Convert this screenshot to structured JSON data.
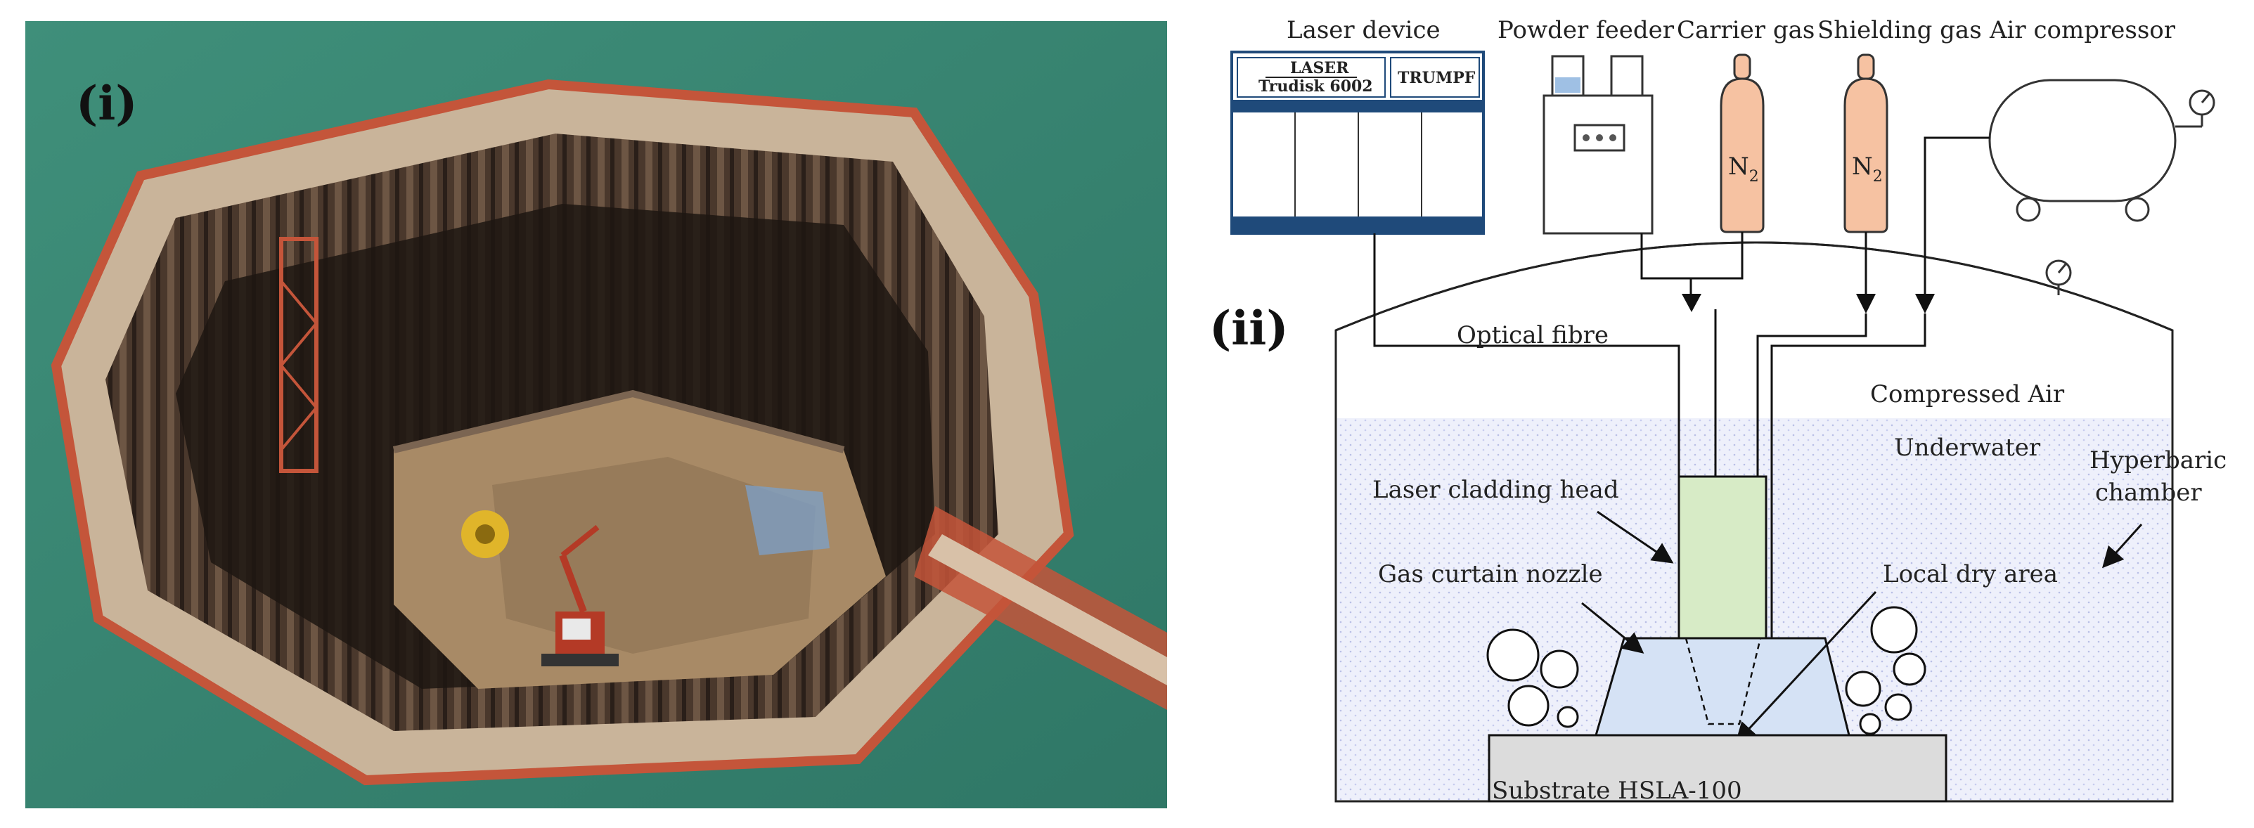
{
  "panel_i": {
    "tag": "(i)"
  },
  "panel_ii": {
    "tag": "(ii)",
    "labels": {
      "laser_device": "Laser device",
      "powder_feeder": "Powder feeder",
      "carrier_gas": "Carrier gas",
      "shielding_gas": "Shielding gas",
      "air_compressor": "Air compressor",
      "optical_fibre": "Optical fibre",
      "compressed_air": "Compressed Air",
      "underwater": "Underwater",
      "hyperbaric_chamber_1": "Hyperbaric",
      "hyperbaric_chamber_2": "chamber",
      "laser_cladding_head": "Laser cladding head",
      "gas_curtain_nozzle": "Gas curtain nozzle",
      "local_dry_area": "Local dry area",
      "substrate": "Substrate HSLA-100"
    },
    "laser_panel": {
      "laser_word": "LASER",
      "model": "Trudisk 6002",
      "brand": "TRUMPF"
    },
    "gas_formula": "N",
    "gas_subscript": "2"
  }
}
